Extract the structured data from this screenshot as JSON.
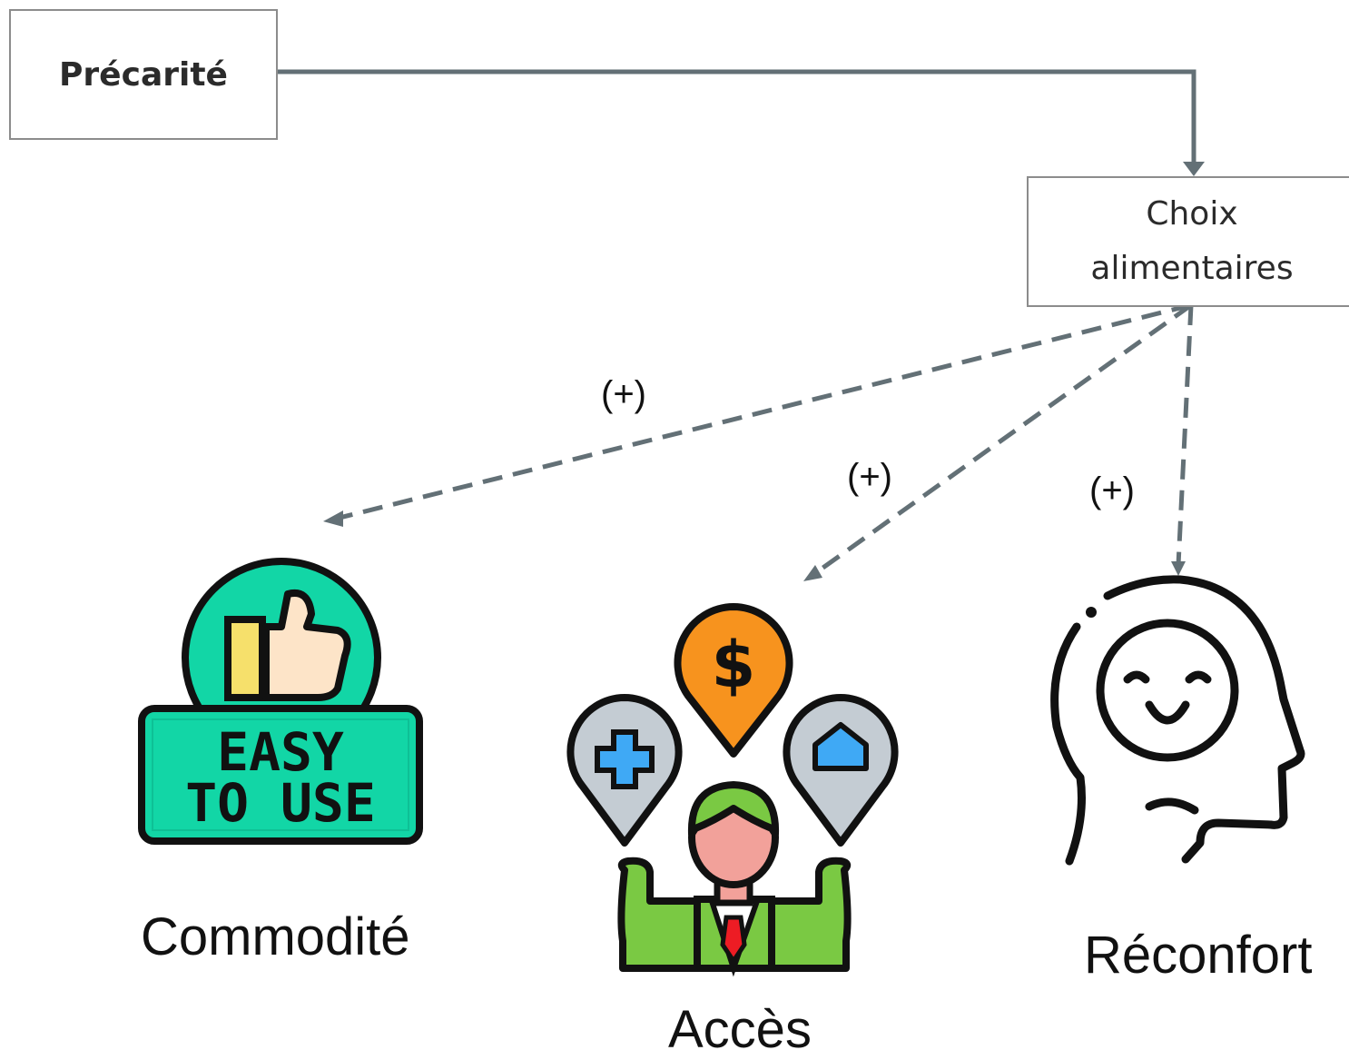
{
  "boxes": {
    "source": "Précarité",
    "target_line1": "Choix",
    "target_line2": "alimentaires"
  },
  "edges": [
    {
      "label": "(+)"
    },
    {
      "label": "(+)"
    },
    {
      "label": "(+)"
    }
  ],
  "icons": {
    "easy_line1": "EASY",
    "easy_line2": "TO USE",
    "dollar": "$"
  },
  "captions": {
    "commodite": "Commodité",
    "acces": "Accès",
    "reconfort": "Réconfort"
  },
  "colors": {
    "arrow": "#637076",
    "teal": "#12d6a6",
    "orange": "#f7931e",
    "green": "#7ac943",
    "blue": "#3fa9f5"
  }
}
